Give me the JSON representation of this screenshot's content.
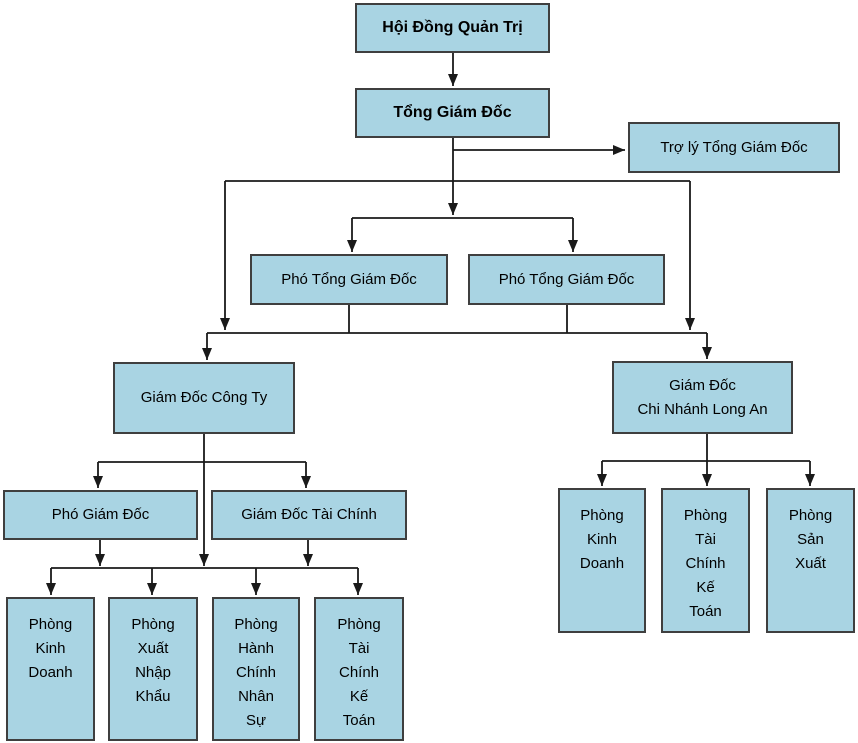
{
  "diagram": {
    "type": "org-chart",
    "language": "vi",
    "colors": {
      "node_fill": "#a9d4e3",
      "node_border": "#3f3f3f",
      "connector": "#1a1a1a",
      "text": "#000000",
      "background": "#ffffff"
    },
    "nodes": {
      "board": {
        "label": "Hội Đồng Quản Trị"
      },
      "ceo": {
        "label": "Tổng Giám Đốc"
      },
      "assistant_ceo": {
        "label": "Trợ lý Tổng Giám Đốc"
      },
      "deputy_ceo_left": {
        "label": "Phó Tổng Giám Đốc"
      },
      "deputy_ceo_right": {
        "label": "Phó Tổng Giám Đốc"
      },
      "company_director": {
        "label": "Giám Đốc Công Ty"
      },
      "branch_director": {
        "label": "Giám Đốc\nChi Nhánh Long An"
      },
      "deputy_director": {
        "label": "Phó Giám Đốc"
      },
      "finance_director": {
        "label": "Giám Đốc Tài Chính"
      },
      "dept_sales_hq": {
        "label": "Phòng\nKinh\nDoanh"
      },
      "dept_import_export": {
        "label": "Phòng\nXuất\nNhập\nKhẩu"
      },
      "dept_admin_hr": {
        "label": "Phòng\nHành\nChính\nNhân\nSự"
      },
      "dept_finance_accounting_hq": {
        "label": "Phòng\nTài\nChính\nKế\nToán"
      },
      "dept_sales_branch": {
        "label": "Phòng\nKinh\nDoanh"
      },
      "dept_finance_accounting_branch": {
        "label": "Phòng\nTài\nChính\nKế\nToán"
      },
      "dept_production_branch": {
        "label": "Phòng\nSản\nXuất"
      }
    },
    "connections": [
      {
        "from": "board",
        "to": [
          "ceo"
        ]
      },
      {
        "from": "ceo",
        "to": [
          "assistant_ceo",
          "deputy_ceo_left",
          "deputy_ceo_right"
        ]
      },
      {
        "from": "ceo_and_deputies",
        "to": [
          "company_director",
          "branch_director"
        ]
      },
      {
        "from": "company_director",
        "to": [
          "deputy_director",
          "finance_director"
        ]
      },
      {
        "from": "company_director_and_subordinates",
        "to": [
          "dept_sales_hq",
          "dept_import_export",
          "dept_admin_hr",
          "dept_finance_accounting_hq"
        ]
      },
      {
        "from": "branch_director",
        "to": [
          "dept_sales_branch",
          "dept_finance_accounting_branch",
          "dept_production_branch"
        ]
      }
    ]
  }
}
